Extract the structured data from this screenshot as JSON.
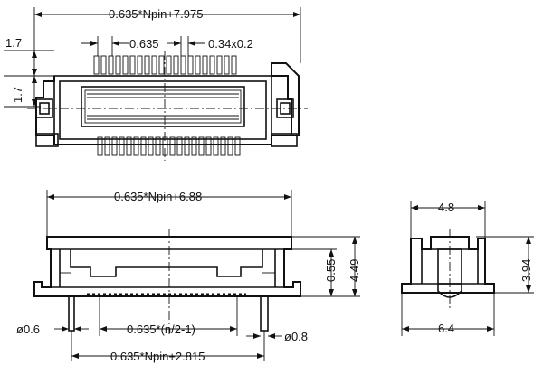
{
  "dimensions": {
    "top_overall_length": "0.635*Npin+7.975",
    "top_pitch": "0.635",
    "top_pin_size": "0.34x0.2",
    "top_height_a": "1.7",
    "top_height_b": "1.7",
    "front_length": "0.635*Npin+6.88",
    "front_height_a": "0.55",
    "front_height_b": "4.49",
    "front_pin_dia_left": "ø0.6",
    "front_pin_dia_right": "ø0.8",
    "front_half_pitch": "0.635*(n/2-1)",
    "front_bottom_length": "0.635*Npin+2.815",
    "side_top_width": "4.8",
    "side_height": "3.94",
    "side_bottom_width": "6.4"
  }
}
